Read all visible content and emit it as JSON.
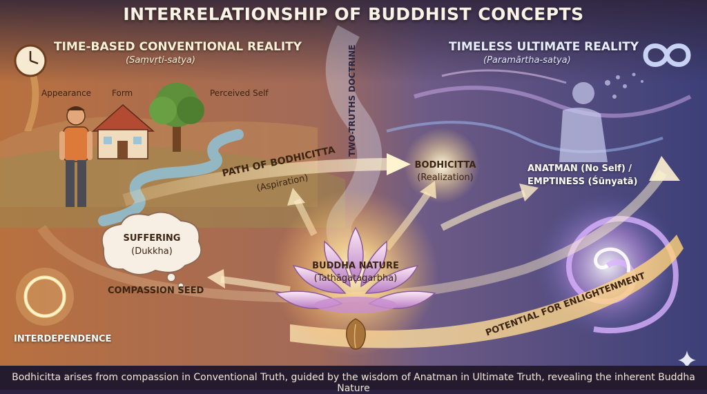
{
  "title": "INTERRELATIONSHIP OF BUDDHIST CONCEPTS",
  "conventional": {
    "heading": "TIME-BASED CONVENTIONAL REALITY",
    "subtitle": "(Saṃvṛti-satya)",
    "labels": {
      "appearance": "Appearance",
      "form": "Form",
      "perceived_self": "Perceived Self"
    }
  },
  "ultimate": {
    "heading": "TIMELESS ULTIMATE REALITY",
    "subtitle": "(Paramārtha-satya)"
  },
  "two_truths": "TWO-TRUTHS DOCTRINE",
  "path": {
    "title": "PATH OF BODHICITTA",
    "subtitle": "(Aspiration)"
  },
  "bodhicitta": {
    "title": "BODHICITTA",
    "subtitle": "(Realization)"
  },
  "anatman": {
    "line1": "ANATMAN (No Self) /",
    "line2": "EMPTINESS (Śūnyatā)"
  },
  "suffering": {
    "title": "SUFFERING",
    "subtitle": "(Dukkha)"
  },
  "compassion_seed": "COMPASSION SEED",
  "buddha_nature": {
    "title": "BUDDHA NATURE",
    "subtitle": "(Tathāgatagarbha)"
  },
  "interdependence": "INTERDEPENDENCE",
  "potential": "POTENTIAL FOR ENLIGHTENMENT",
  "footer": "Bodhicitta arises from compassion in Conventional Truth, guided by the wisdom of Anatman in Ultimate Truth, revealing the inherent Buddha Nature",
  "colors": {
    "warm_side": "#c9834e",
    "cool_side": "#4a4d86",
    "glow": "#ffe6a8",
    "lotus": "#d7a6d8"
  },
  "icons": [
    "clock-icon",
    "infinity-icon",
    "house-icon",
    "tree-icon",
    "person-icon",
    "cloud-icon",
    "lotus-icon",
    "seed-icon",
    "sparkle-icon",
    "spiral-icon",
    "dissolving-figure-icon",
    "ring-icon"
  ]
}
